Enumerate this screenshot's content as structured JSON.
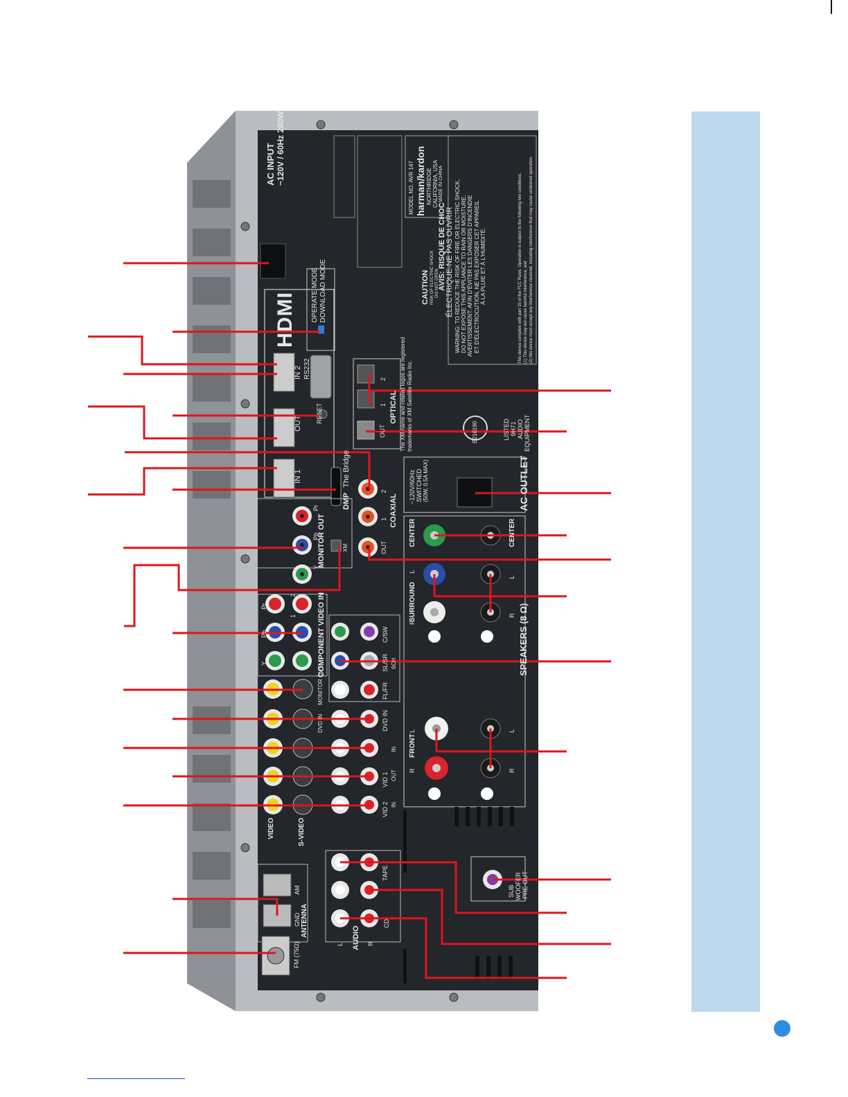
{
  "back_panel": {
    "ac_input_title": "AC INPUT",
    "ac_input_spec": "~120V / 60Hz  280W",
    "hdmi_logo": "HDMI",
    "operate_mode": "OPERATE MODE",
    "download_mode": "DOWNLOAD MODE",
    "rs232": "RS232",
    "reset": "RESET",
    "in2": "IN 2",
    "out": "OUT",
    "in1": "IN 1",
    "model": "MODEL NO. AVR 147",
    "brand": "harman/kardon",
    "brand_city": "NORTHRIDGE",
    "brand_state": "CALIFORNIA, USA",
    "made_in": "MADE IN CHINA",
    "caution": "CAUTION",
    "caution_line1": "RISK OF ELECTRIC SHOCK",
    "caution_line2": "DO NOT OPEN",
    "avis": "AVIS: RISQUE DE CHOC",
    "avis2": "ÉLECTRIQUE-NE PAS OUVRIR",
    "warning": "WARNING: TO REDUCE THE RISK OF FIRE OR ELECTRIC SHOCK,",
    "warning2": "DO NOT EXPOSE THIS APPLIANCE TO RAIN OR MOISTURE.",
    "avertissement": "AVERTISSEMENT: AFIN D'ÉVITER LES DANGERS D'INCENDIE",
    "avertissement2": "ET D'ÉLECTROCUTION, NE PAS EXPOSER CET APPAREIL",
    "avertissement3": "À LA PLUIE ET À L'HUMIDITÉ.",
    "xm_notice": "The XM name and related logos are registered",
    "xm_notice2": "trademarks of XM Satellite Radio Inc.",
    "optical": "OPTICAL",
    "optical_out": "OUT",
    "optical_1": "1",
    "optical_2": "2",
    "coaxial": "COAXIAL",
    "coax_out": "OUT",
    "coax_1": "1",
    "coax_2": "2",
    "dmp": "DMP",
    "the_bridge": "The Bridge",
    "xm": "XM",
    "monitor_out": "MONITOR OUT",
    "pr": "Pr",
    "pb": "Pb",
    "y": "Y",
    "component_video_in": "COMPONENT VIDEO IN",
    "comp_1": "1",
    "comp_2": "2",
    "ac_outlet": "AC OUTLET",
    "ac_outlet_spec1": "~120V/60Hz",
    "ac_outlet_spec2": "SWITCHED",
    "ac_outlet_spec3": "(50W, 0.5A MAX)",
    "ul_listed": "LISTED",
    "ul_code": "9H71",
    "ul_audio": "AUDIO",
    "ul_equipment": "EQUIPMENT",
    "ul_file": "E216190",
    "center": "CENTER",
    "surround": "SURROUND",
    "front": "FRONT",
    "speakers": "SPEAKERS (8 Ω)",
    "flfr": "FL/FR",
    "slsr": "SL/SR",
    "csw": "C/SW",
    "six_ch": "6CH",
    "monitor_out_video": "MONITOR OUT",
    "dvd_in": "DVD IN",
    "vid1": "VID 1",
    "vid2": "VID 2",
    "in": "IN",
    "out_small": "OUT",
    "video": "VIDEO",
    "s_video": "S-VIDEO",
    "tape": "TAPE",
    "cd": "CD",
    "audio": "AUDIO",
    "sub_woofer": "SUB",
    "sub_woofer2": "WOOFER",
    "pre_out": "PRE OUT",
    "am": "AM",
    "gnd": "GND",
    "antenna": "ANTENNA",
    "fm": "FM (75Ω)",
    "l": "L",
    "r": "R",
    "fcc_notice": "This device complies with part 15 of the FCC Rules. Operation is subject to the following two conditions:",
    "fcc_notice2": "(1) This device may not cause harmful interference, and",
    "fcc_notice3": "(2) this device must accept any interference received, including interference that may cause undesired operation."
  },
  "colors": {
    "panel": "#23262b",
    "chassis": "#b9bcc0",
    "callout_line": "#e0141e",
    "side_bar": "#bdd7ef",
    "page_dot": "#2f8de0"
  }
}
